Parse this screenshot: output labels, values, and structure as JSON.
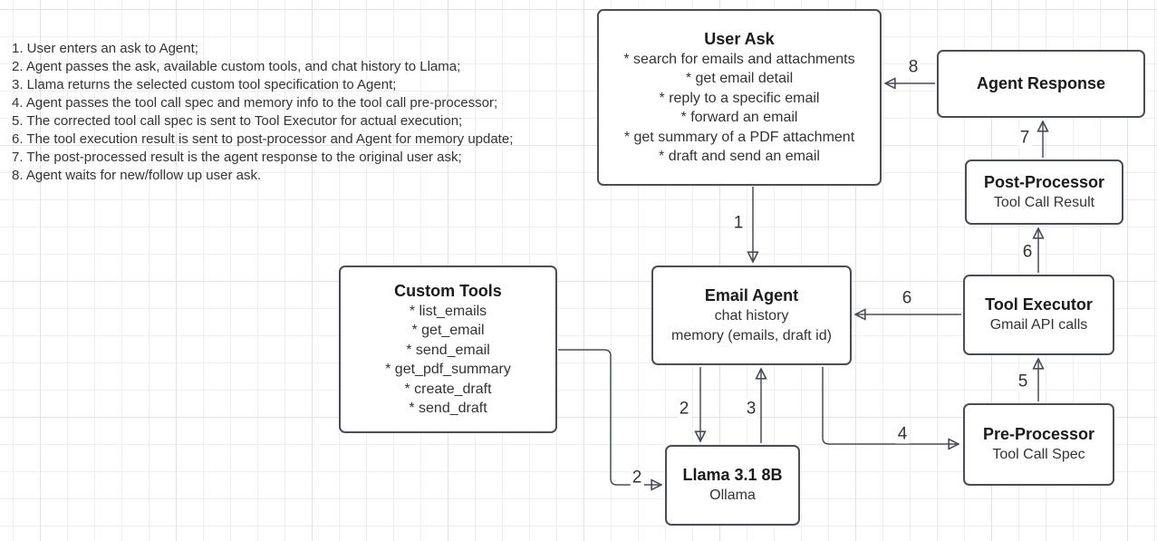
{
  "diagram": {
    "instructions": [
      "1. User enters an ask to Agent;",
      "2. Agent passes the ask, available custom tools, and chat history to Llama;",
      "3. Llama returns the selected custom tool specification to Agent;",
      "4. Agent passes the tool call spec and memory info to the tool call pre-processor;",
      "5. The corrected tool call spec is sent to Tool Executor for actual execution;",
      "6. The tool execution result is sent to post-processor and Agent for memory update;",
      "7. The post-processed result is the agent response to the original user ask;",
      "8. Agent waits for new/follow up user ask."
    ],
    "nodes": {
      "user_ask": {
        "title": "User Ask",
        "lines": [
          "* search for emails and attachments",
          "* get email detail",
          "* reply to a specific email",
          "* forward an email",
          "* get summary of a PDF attachment",
          "* draft and send an email"
        ]
      },
      "agent_response": {
        "title": "Agent Response"
      },
      "post_processor": {
        "title": "Post-Processor",
        "lines": [
          "Tool Call Result"
        ]
      },
      "tool_executor": {
        "title": "Tool Executor",
        "lines": [
          "Gmail API calls"
        ]
      },
      "pre_processor": {
        "title": "Pre-Processor",
        "lines": [
          "Tool Call Spec"
        ]
      },
      "email_agent": {
        "title": "Email Agent",
        "lines": [
          "chat history",
          "memory (emails, draft id)"
        ]
      },
      "custom_tools": {
        "title": "Custom Tools",
        "lines": [
          "* list_emails",
          "* get_email",
          "* send_email",
          "* get_pdf_summary",
          "* create_draft",
          "* send_draft"
        ]
      },
      "llama": {
        "title": "Llama 3.1 8B",
        "lines": [
          "Ollama"
        ]
      }
    },
    "edges": {
      "step1": {
        "label": "1",
        "from": "User Ask",
        "to": "Email Agent"
      },
      "step2_agent_to_llama": {
        "label": "2",
        "from": "Email Agent",
        "to": "Llama 3.1 8B"
      },
      "step2_tools_to_llama": {
        "label": "2",
        "from": "Custom Tools",
        "to": "Llama 3.1 8B"
      },
      "step3": {
        "label": "3",
        "from": "Llama 3.1 8B",
        "to": "Email Agent"
      },
      "step4": {
        "label": "4",
        "from": "Email Agent",
        "to": "Pre-Processor"
      },
      "step5": {
        "label": "5",
        "from": "Pre-Processor",
        "to": "Tool Executor"
      },
      "step6_to_email_agent": {
        "label": "6",
        "from": "Tool Executor",
        "to": "Email Agent"
      },
      "step6_to_post_processor": {
        "label": "6",
        "from": "Tool Executor",
        "to": "Post-Processor"
      },
      "step7": {
        "label": "7",
        "from": "Post-Processor",
        "to": "Agent Response"
      },
      "step8": {
        "label": "8",
        "from": "Agent Response",
        "to": "User Ask"
      }
    },
    "colors": {
      "node_border": "#4a4e54",
      "arrow": "#4a4e54",
      "text": "#333333",
      "grid_minor": "#efefef",
      "grid_major": "#e2e2e2",
      "background": "#ffffff"
    }
  }
}
